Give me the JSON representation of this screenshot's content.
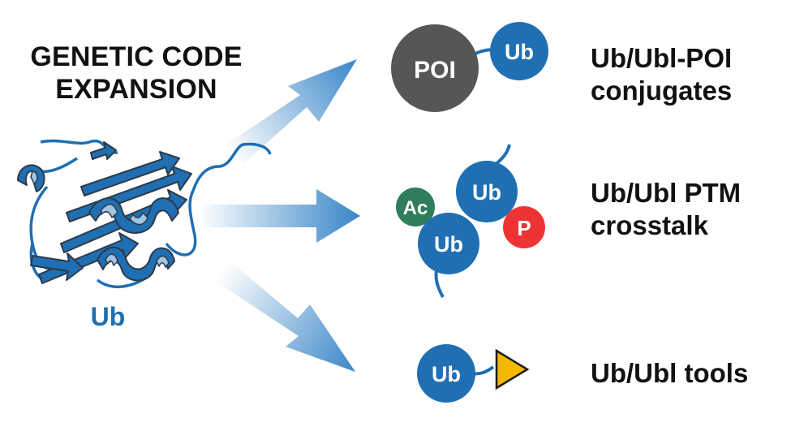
{
  "heading": {
    "line1": "GENETIC CODE",
    "line2": "EXPANSION"
  },
  "protein_label": "Ub",
  "outputs": [
    {
      "line1": "Ub/Ubl-POI",
      "line2": "conjugates",
      "nodes": [
        "POI",
        "Ub"
      ]
    },
    {
      "line1": "Ub/Ubl PTM",
      "line2": "crosstalk",
      "nodes": [
        "Ub",
        "Ac",
        "Ub",
        "P"
      ]
    },
    {
      "line1": "Ub/Ubl tools",
      "line2": "",
      "nodes": [
        "Ub"
      ]
    }
  ],
  "colors": {
    "ub_blue": "#1f6fb2",
    "poi_gray": "#565656",
    "ac_green": "#2e7d5b",
    "p_red": "#ee3335",
    "tag_yellow": "#f5b800",
    "ribbon_light": "#9ec5e2",
    "arrow_blue": "#3a86c8"
  }
}
